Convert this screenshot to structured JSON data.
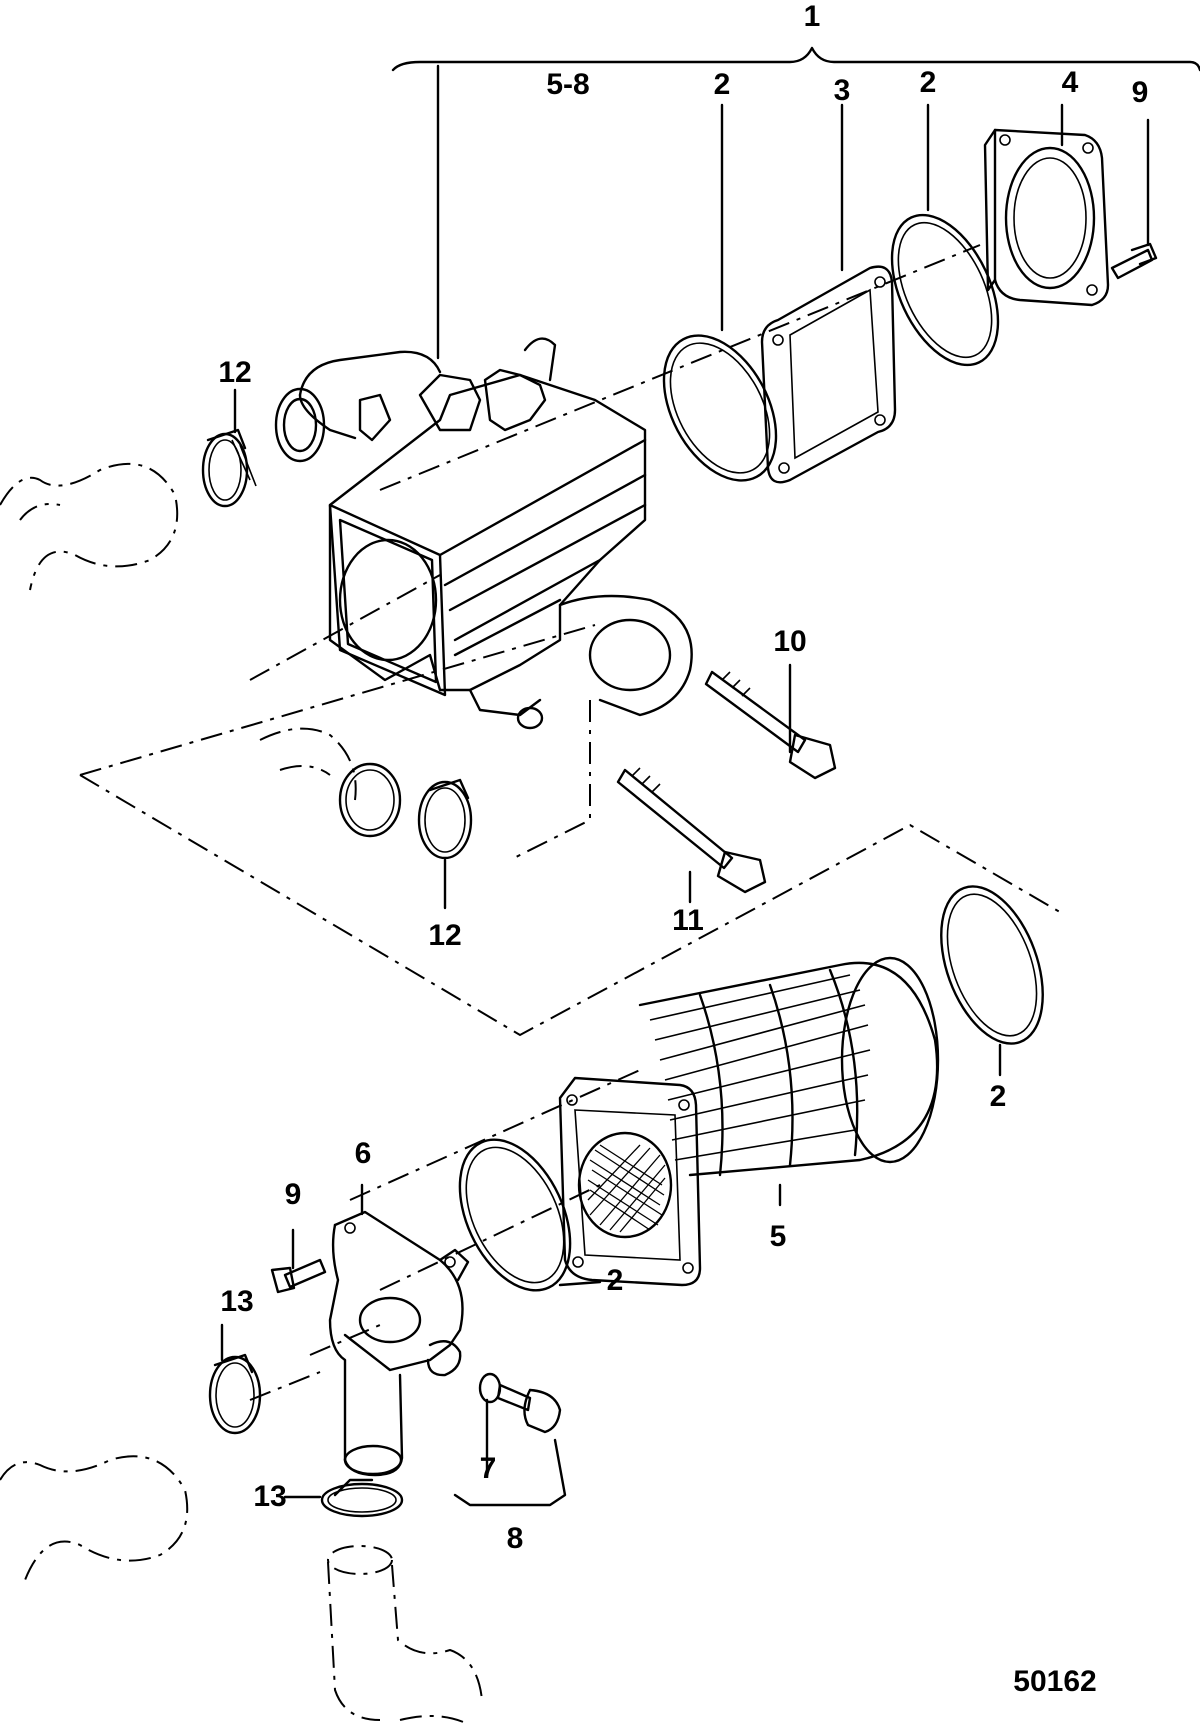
{
  "diagram": {
    "figure_number": "50162",
    "callouts": [
      {
        "id": "c1",
        "text": "1"
      },
      {
        "id": "c58",
        "text": "5-8"
      },
      {
        "id": "c2a",
        "text": "2"
      },
      {
        "id": "c3",
        "text": "3"
      },
      {
        "id": "c2b",
        "text": "2"
      },
      {
        "id": "c4",
        "text": "4"
      },
      {
        "id": "c9a",
        "text": "9"
      },
      {
        "id": "c12a",
        "text": "12"
      },
      {
        "id": "c10",
        "text": "10"
      },
      {
        "id": "c11",
        "text": "11"
      },
      {
        "id": "c12b",
        "text": "12"
      },
      {
        "id": "c2c",
        "text": "2"
      },
      {
        "id": "c6",
        "text": "6"
      },
      {
        "id": "c9b",
        "text": "9"
      },
      {
        "id": "c5",
        "text": "5"
      },
      {
        "id": "c2d",
        "text": "2"
      },
      {
        "id": "c13a",
        "text": "13"
      },
      {
        "id": "c7",
        "text": "7"
      },
      {
        "id": "c13b",
        "text": "13"
      },
      {
        "id": "c8",
        "text": "8"
      }
    ]
  }
}
